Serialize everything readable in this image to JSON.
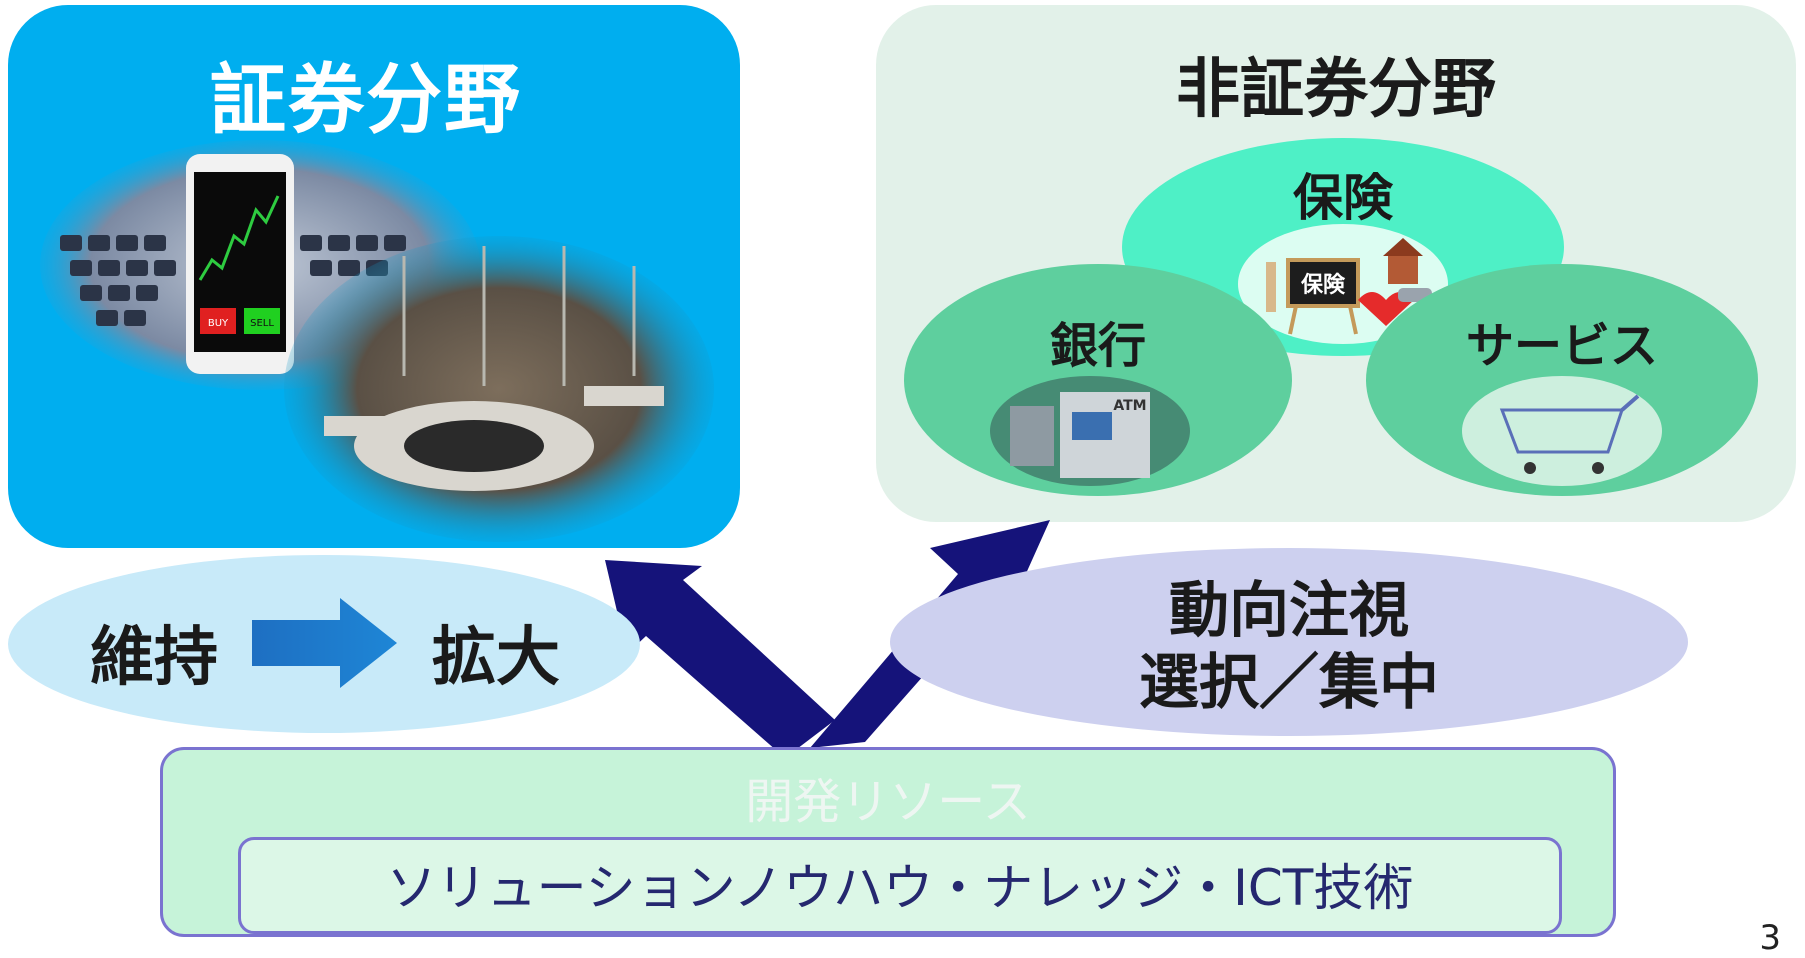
{
  "securities": {
    "title": "証券分野"
  },
  "non_securities": {
    "title": "非証券分野",
    "insurance": {
      "label": "保険",
      "sign_text": "保険"
    },
    "bank": {
      "label": "銀行",
      "atm_text": "ATM"
    },
    "service": {
      "label": "サービス"
    }
  },
  "maintain_expand": {
    "from": "維持",
    "to": "拡大"
  },
  "watch_select": {
    "line1": "動向注視",
    "line2": "選択／集中"
  },
  "resources": {
    "title": "開発リソース",
    "knowhow": "ソリューションノウハウ・ナレッジ・ICT技術"
  },
  "phone": {
    "buy_label": "BUY",
    "sell_label": "SELL"
  },
  "page_number": "3",
  "colors": {
    "left_panel": "#00aeef",
    "right_panel": "#e2f1e9",
    "arrow": "#15137a",
    "ellipse_green": "#5ecf9e",
    "ellipse_mint": "#4ef0c6"
  }
}
